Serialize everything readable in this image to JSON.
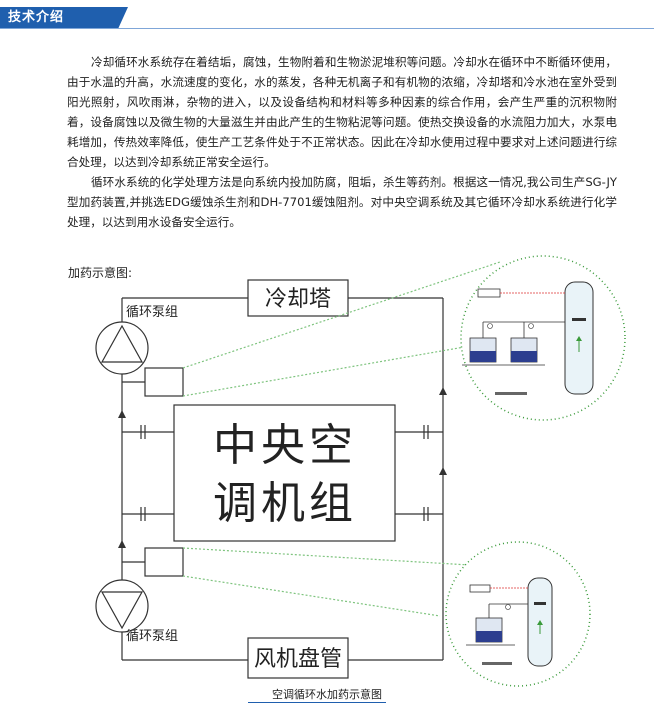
{
  "header": {
    "title": "技术介绍",
    "accent_color": "#1f5fae"
  },
  "intro": {
    "paragraphs": [
      "冷却循环水系统存在着结垢，腐蚀，生物附着和生物淤泥堆积等问题。冷却水在循环中不断循环使用，由于水温的升高，水流速度的变化，水的蒸发，各种无机离子和有机物的浓缩，冷却塔和冷水池在室外受到阳光照射，风吹雨淋，杂物的进入，以及设备结构和材料等多种因素的综合作用，会产生严重的沉积物附着，设备腐蚀以及微生物的大量滋生并由此产生的生物粘泥等问题。使热交换设备的水流阻力加大，水泵电耗增加，传热效率降低，使生产工艺条件处于不正常状态。因此在冷却水使用过程中要求对上述问题进行综合处理，以达到冷却系统正常安全运行。",
      "循环水系统的化学处理方法是向系统内投加防腐，阻垢，杀生等药剂。根据这一情况,我公司生产SG-JY型加药装置,并挑选EDG缓蚀杀生剂和DH-7701缓蚀阻剂。对中央空调系统及其它循环冷却水系统进行化学处理，以达到用水设备安全运行。"
    ]
  },
  "diagram": {
    "label": "加药示意图:",
    "cooling_tower": "冷却塔",
    "central_unit_line1": "中央空",
    "central_unit_line2": "调机组",
    "fan_coil": "风机盘管",
    "pump_group_top": "循环泵组",
    "pump_group_bottom": "循环泵组",
    "line_color": "#333333",
    "callout_color": "#7fc47f",
    "callout_dot_color": "#3a9a3a"
  },
  "caption": "空调循环水加药示意图"
}
